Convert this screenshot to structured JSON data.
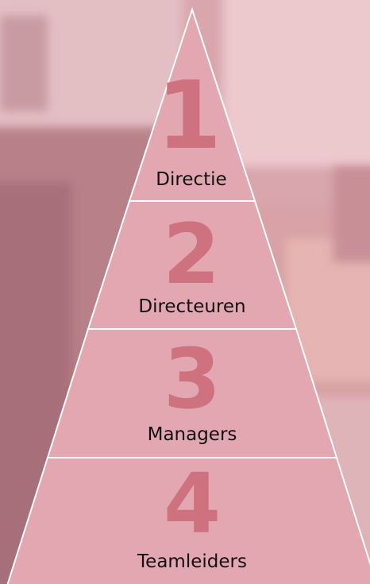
{
  "pyramid": {
    "levels": [
      {
        "number": "1",
        "label": "Directie"
      },
      {
        "number": "2",
        "label": "Directeuren"
      },
      {
        "number": "3",
        "label": "Managers"
      },
      {
        "number": "4",
        "label": "Teamleiders"
      }
    ]
  },
  "colors": {
    "tier_fill": "#e3a7b1",
    "tier_stroke": "#ffffff",
    "number_color": "#cf727f",
    "label_color": "#111111"
  }
}
